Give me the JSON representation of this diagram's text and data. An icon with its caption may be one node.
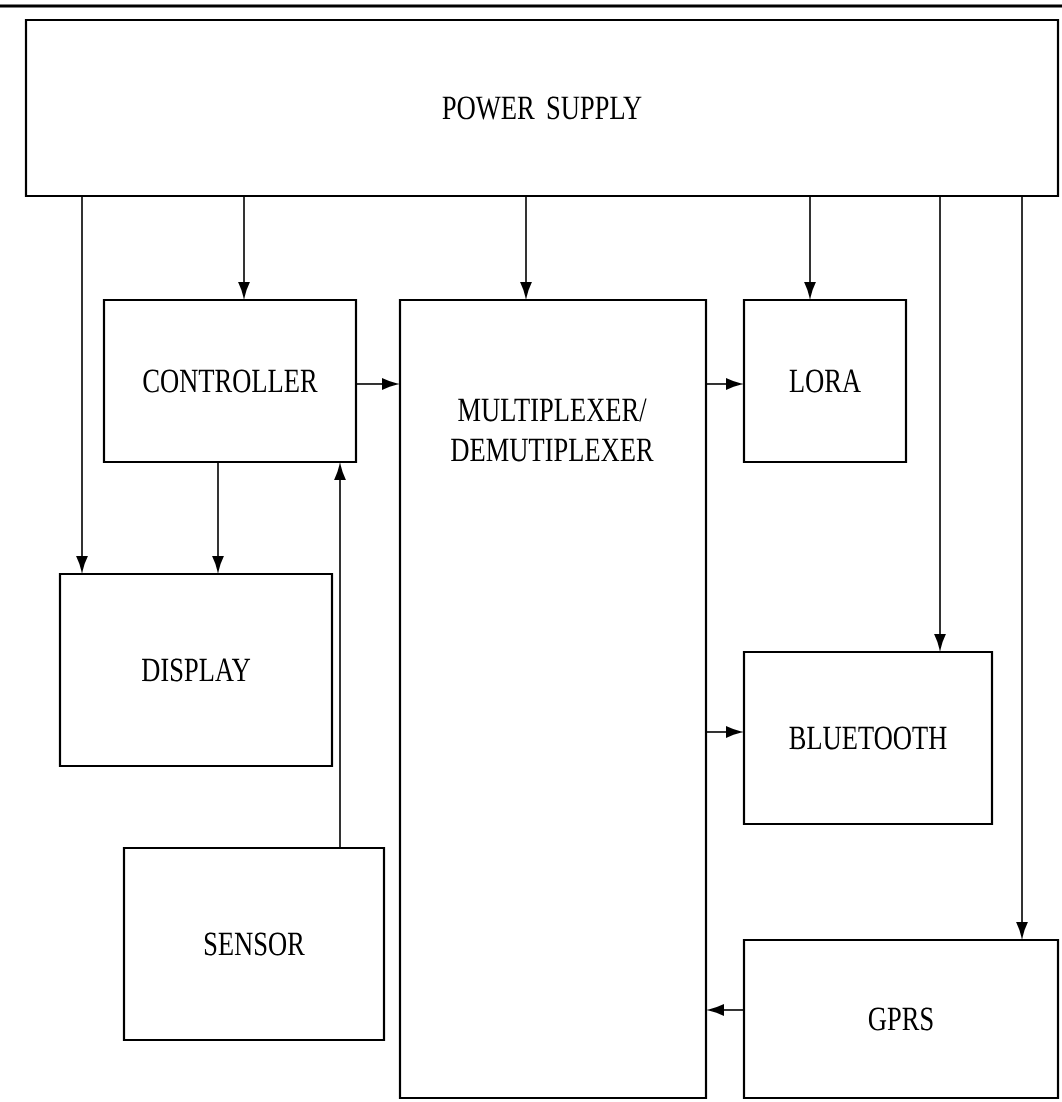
{
  "diagram": {
    "nodes": [
      {
        "text": [
          "POWER SUPPLY"
        ]
      },
      {
        "text": [
          "CONTROLLER"
        ]
      },
      {
        "text": [
          "MULTIPLEXER/ DEMUTIPLEXER"
        ]
      },
      {
        "text": [
          "LORA"
        ]
      },
      {
        "text": [
          "DISPLAY"
        ]
      },
      {
        "text": [
          "BLUETOOTH"
        ]
      },
      {
        "text": [
          "SENSOR"
        ]
      },
      {
        "text": [
          "GPRS"
        ]
      }
    ],
    "edges": [
      {
        "from": 0,
        "to": 1,
        "arrow": "to"
      },
      {
        "from": 0,
        "to": 2,
        "arrow": "to"
      },
      {
        "from": 0,
        "to": 3,
        "arrow": "to"
      },
      {
        "from": 0,
        "to": 4,
        "arrow": "to"
      },
      {
        "from": 1,
        "to": 4,
        "arrow": "to"
      },
      {
        "from": 6,
        "to": 1,
        "arrow": "to"
      },
      {
        "from": 1,
        "to": 2,
        "arrow": "to"
      },
      {
        "from": 2,
        "to": 3,
        "arrow": "to"
      },
      {
        "from": 0,
        "to": 5,
        "arrow": "to"
      },
      {
        "from": 2,
        "to": 5,
        "arrow": "to"
      },
      {
        "from": 0,
        "to": 7,
        "arrow": "to"
      },
      {
        "from": 7,
        "to": 2,
        "arrow": "to"
      }
    ]
  }
}
